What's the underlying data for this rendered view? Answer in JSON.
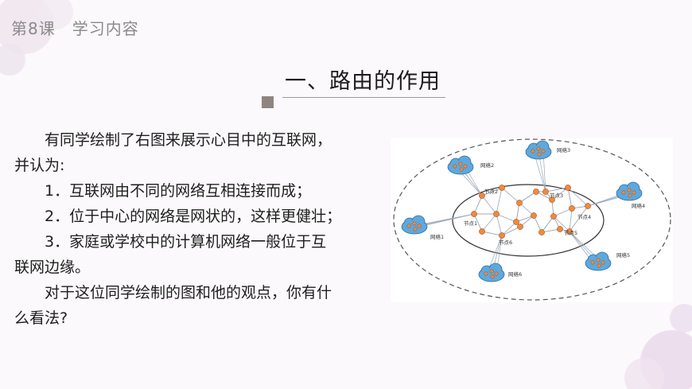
{
  "header": {
    "lesson_label": "第8课　学习内容"
  },
  "section": {
    "title": "一、路由的作用"
  },
  "body": {
    "paragraphs": [
      "有同学绘制了右图来展示心目中的互联网，",
      "并认为:",
      "1．互联网由不同的网络互相连接而成；",
      "2．位于中心的网络是网状的，这样更健壮；",
      "3．家庭或学校中的计算机网络一般位于互",
      "联网边缘。",
      "对于这位同学绘制的图和他的观点，你有什",
      "么看法?"
    ]
  },
  "diagram": {
    "networks": [
      "网络1",
      "网络2",
      "网络3",
      "网络4",
      "网络5",
      "网络6"
    ],
    "nodes": [
      "节点1",
      "节点2",
      "节点3",
      "节点4",
      "节点5",
      "节点6"
    ],
    "colors": {
      "node": "#f08a3a",
      "cloud": "#5fa8dc",
      "line": "#9aa6b8",
      "dashed": "#555555"
    }
  }
}
